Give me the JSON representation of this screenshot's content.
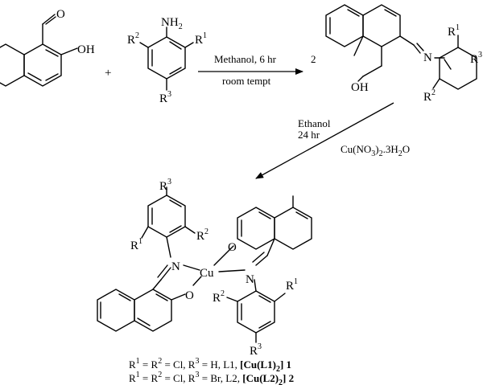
{
  "reagents": {
    "aldehyde": {
      "oxygen": "O",
      "hydroxyl": "OH"
    },
    "aniline": {
      "amine_n": "N",
      "amine_h": "H",
      "amine_sub": "2",
      "r_base": "R",
      "r1_sup": "1",
      "r2_sup": "2",
      "r3_sup": "3"
    },
    "plus": "+"
  },
  "step1": {
    "conditions_top": "Methanol, 6 hr",
    "conditions_bottom": "room tempt"
  },
  "ligand": {
    "coefficient": "2",
    "hydroxyl": "OH",
    "imine_n": "N",
    "r_base": "R",
    "r1_sup": "1",
    "r2_sup": "2",
    "r3_sup": "3"
  },
  "step2": {
    "solvent": "Ethanol",
    "time": "24 hr",
    "salt_cu": "Cu(NO",
    "salt_sub3": "3",
    "salt_close": ")",
    "salt_sub2": "2",
    "salt_hydrate": ".3H",
    "salt_sub_h": "2",
    "salt_o": "O"
  },
  "complex": {
    "metal": "Cu",
    "n_label": "N",
    "o_label": "O",
    "r_base": "R",
    "r1_sup": "1",
    "r2_sup": "2",
    "r3_sup": "3"
  },
  "captions": [
    {
      "r": "R",
      "s1": "1",
      "eq1": " = R",
      "s2": "2",
      "eq2": " = Cl, R",
      "s3": "3",
      "tail": " = H, L1, ",
      "bold_open": "[Cu(L1)",
      "bold_sub": "2",
      "bold_close": "] 1"
    },
    {
      "r": "R",
      "s1": "1",
      "eq1": " = R",
      "s2": "2",
      "eq2": " = Cl, R",
      "s3": "3",
      "tail": " = Br, L2, ",
      "bold_open": "[Cu(L2)",
      "bold_sub": "2",
      "bold_close": "] 2"
    }
  ]
}
